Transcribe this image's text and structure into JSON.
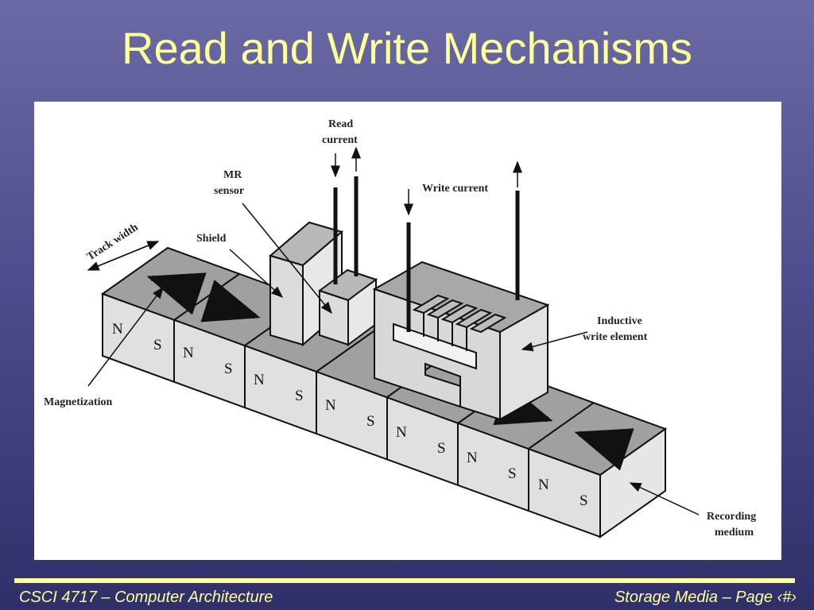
{
  "slide": {
    "title": "Read and Write Mechanisms"
  },
  "diagram": {
    "labels": {
      "read_current_line1": "Read",
      "read_current_line2": "current",
      "mr_sensor_line1": "MR",
      "mr_sensor_line2": "sensor",
      "shield": "Shield",
      "track_width": "Track width",
      "write_current": "Write current",
      "inductive_line1": "Inductive",
      "inductive_line2": "write element",
      "magnetization": "Magnetization",
      "recording_line1": "Recording",
      "recording_line2": "medium"
    },
    "poles": {
      "north": "N",
      "south": "S"
    },
    "colors": {
      "top_face": "#a0a0a0",
      "front_face": "#e0e0e0",
      "head_face": "#d8d8d8",
      "outline": "#111111"
    }
  },
  "footer": {
    "left": "CSCI 4717 – Computer Architecture",
    "right": "Storage Media – Page ‹#›"
  },
  "theme": {
    "title_color": "#ffff99",
    "background_top": "#6a6aa6",
    "background_bottom": "#2f2f6a"
  }
}
